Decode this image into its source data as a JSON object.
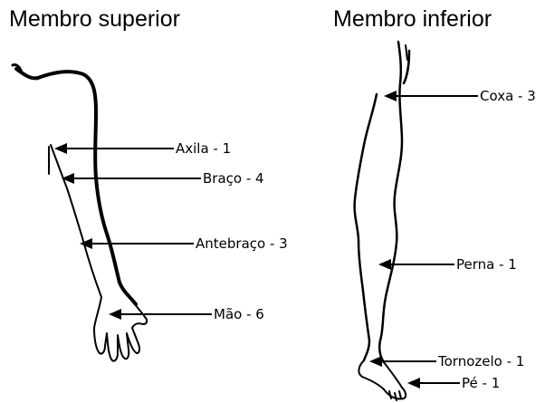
{
  "titles": {
    "upper": "Membro superior",
    "lower": "Membro inferior"
  },
  "labels": {
    "axila": "Axila - 1",
    "braco": "Braço - 4",
    "antebraco": "Antebraço - 3",
    "mao": "Mão - 6",
    "coxa": "Coxa - 3",
    "perna": "Perna - 1",
    "tornozelo": "Tornozelo - 1",
    "pe": "Pé - 1"
  }
}
